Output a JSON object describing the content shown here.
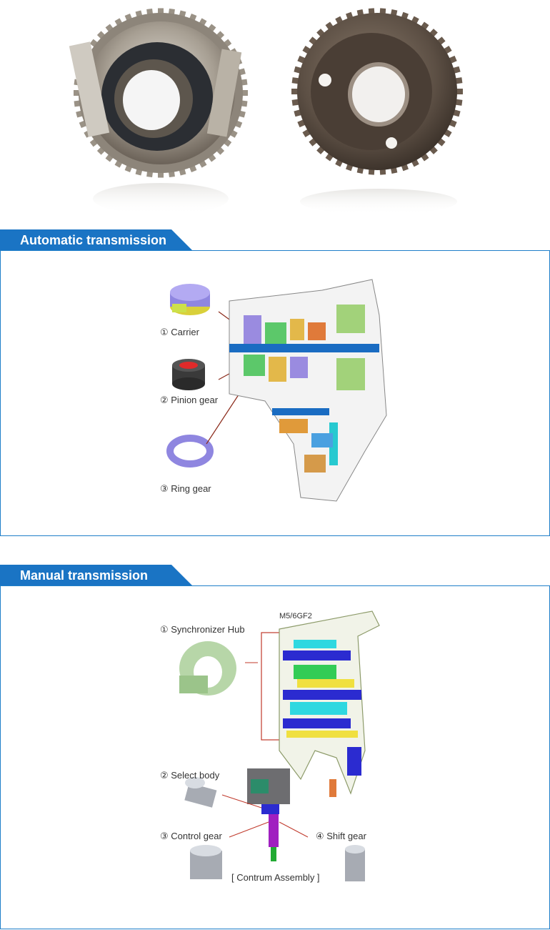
{
  "hero": {
    "left_icon": "synchronizer-hub-photo",
    "right_icon": "gear-photo"
  },
  "automatic": {
    "title": "Automatic transmission",
    "parts": [
      {
        "label": "① Carrier",
        "icon": "carrier-icon"
      },
      {
        "label": "② Pinion gear",
        "icon": "pinion-gear-icon"
      },
      {
        "label": "③ Ring gear",
        "icon": "ring-gear-icon"
      }
    ]
  },
  "manual": {
    "title": "Manual transmission",
    "model": "M5/6GF2",
    "parts": [
      {
        "label": "① Synchronizer Hub",
        "icon": "synchronizer-hub-icon"
      },
      {
        "label": "② Select body",
        "icon": "select-body-icon"
      },
      {
        "label": "③ Control gear",
        "icon": "control-gear-icon"
      },
      {
        "label": "④ Shift gear",
        "icon": "shift-gear-icon"
      }
    ],
    "assembly_label": "[ Contrum Assembly ]"
  },
  "colors": {
    "accent": "#1f7fc9",
    "tab": "#1a74c4"
  }
}
